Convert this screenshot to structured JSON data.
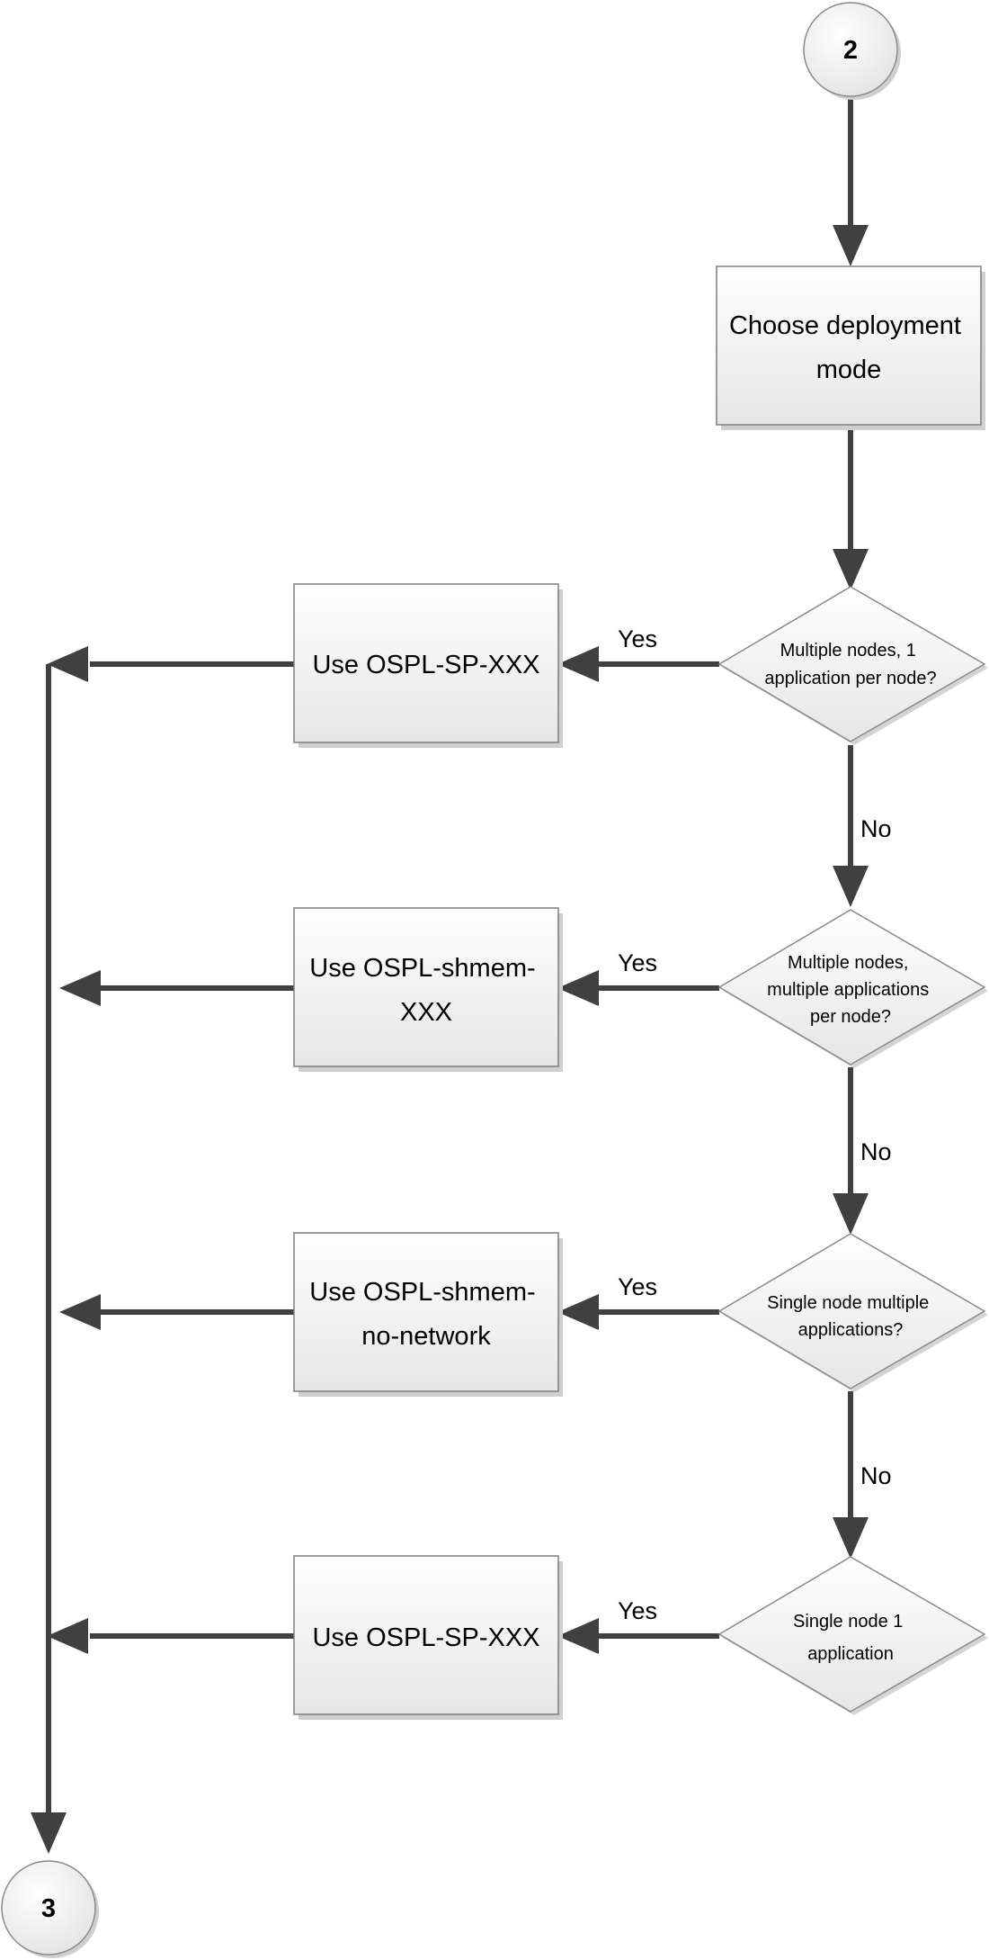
{
  "connectors": {
    "start": "2",
    "end": "3"
  },
  "process": {
    "choose": [
      "Choose deployment",
      "mode"
    ],
    "use1": [
      "Use OSPL-SP-XXX"
    ],
    "use2": [
      "Use OSPL-shmem-",
      "XXX"
    ],
    "use3": [
      "Use OSPL-shmem-",
      "no-network"
    ],
    "use4": [
      "Use OSPL-SP-XXX"
    ]
  },
  "decisions": {
    "d1": [
      "Multiple nodes, 1",
      "application per node?"
    ],
    "d2": [
      "Multiple nodes,",
      "multiple applications",
      "per node?"
    ],
    "d3": [
      "Single node multiple",
      "applications?"
    ],
    "d4": [
      "Single node 1",
      "application"
    ]
  },
  "edge_labels": {
    "yes": "Yes",
    "no": "No"
  },
  "colors": {
    "line": "#404040",
    "box_fill_top": "#ffffff",
    "box_fill_bottom": "#e8e8e8",
    "box_stroke": "#7f7f7f",
    "shadow": "#c8c8c8"
  }
}
